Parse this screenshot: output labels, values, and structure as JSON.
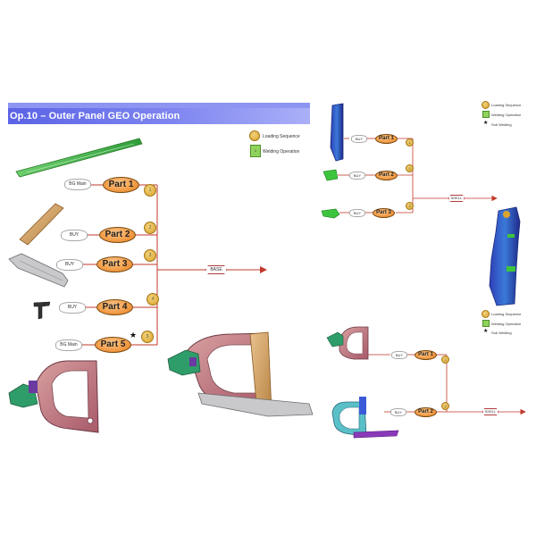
{
  "title": "Op.10 – Outer Panel GEO Operation",
  "left_flow": {
    "parts": [
      {
        "source": "BG Main",
        "part": "Part 1",
        "seq": "1"
      },
      {
        "source": "BUY",
        "part": "Part 2",
        "seq": "2"
      },
      {
        "source": "BUY",
        "part": "Part 3",
        "seq": "3"
      },
      {
        "source": "BUY",
        "part": "Part 4",
        "seq": "4"
      },
      {
        "source": "BG Main",
        "part": "Part 5",
        "seq": "5"
      }
    ],
    "output": "BASE",
    "legend": {
      "loading": "Loading Sequence",
      "welding": "Welding Operation"
    }
  },
  "right_top_flow": {
    "parts": [
      {
        "source": "BUY",
        "part": "Part 1",
        "seq": "1"
      },
      {
        "source": "BUY",
        "part": "Part 2",
        "seq": "2"
      },
      {
        "source": "BUY",
        "part": "Part 3",
        "seq": "3"
      }
    ],
    "output": "SHELL",
    "legend": {
      "loading": "Loading Sequence",
      "welding": "Welding Operation",
      "star": "Sub Welding"
    }
  },
  "right_bottom_flow": {
    "parts": [
      {
        "source": "BUY",
        "part": "Part 1",
        "seq": "1"
      },
      {
        "source": "BUY",
        "part": "Part 2",
        "seq": "2"
      }
    ],
    "output": "SHELL",
    "legend": {
      "loading": "Loading Sequence",
      "welding": "Welding Operation",
      "star": "Sub Welding"
    }
  },
  "colors": {
    "flow_line": "#b03a3a",
    "part_oval": "#f29b45",
    "title_bar": "#6a72ec"
  },
  "icons": [
    "rail-part-icon",
    "bar-part-icon",
    "sill-part-icon",
    "hook-part-icon",
    "star-icon",
    "weld-icon"
  ]
}
